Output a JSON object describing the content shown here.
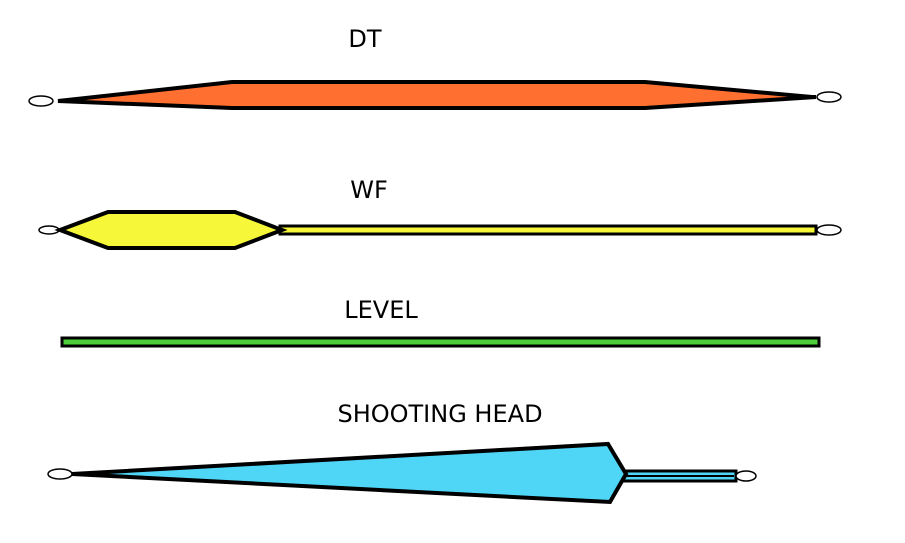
{
  "lines": [
    {
      "id": "dt",
      "label": "DT",
      "color": "#ff7030"
    },
    {
      "id": "wf",
      "label": "WF",
      "color": "#f7f73a"
    },
    {
      "id": "level",
      "label": "LEVEL",
      "color": "#4ccf38"
    },
    {
      "id": "shooting-head",
      "label": "SHOOTING HEAD",
      "color": "#4fd6f7"
    }
  ],
  "outline_color": "#000000"
}
